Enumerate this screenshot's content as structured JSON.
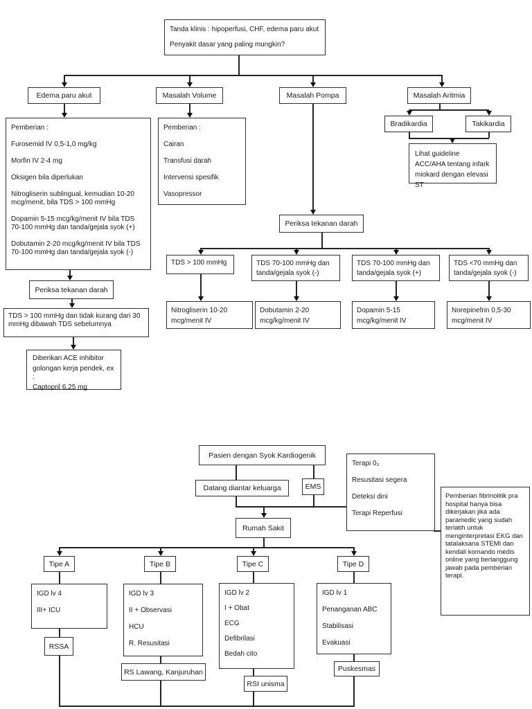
{
  "c1": {
    "header": {
      "line1": "Tanda klinis : hipoperfusi, CHF, edema paru akut",
      "line2": "Penyakit dasar yang paling mungkin?"
    },
    "branches": {
      "edema": "Edema paru akut",
      "volume": "Masalah Volume",
      "pompa": "Masalah Pompa",
      "aritmia": "Masalah Aritmia"
    },
    "edema_rx": {
      "lines": [
        "Pemberian :",
        "Furosemid IV 0,5-1,0 mg/kg",
        "Morfin IV 2-4 mg",
        "Oksigen  bila diperlukan",
        "Nitrogliserin sublingual, kemudian 10-20 mcg/menit, bila TDS > 100 mmHg",
        "Dopamin 5-15 mcg/kg/menit IV bila TDS 70-100 mmHg dan tanda/gejala syok (+)",
        "Dobutamin 2-20 mcg/kg/menit IV bila TDS 70-100 mmHg dan tanda/gejala syok (-)"
      ]
    },
    "volume_rx": {
      "lines": [
        "Pemberian :",
        "Cairan",
        "Transfusi darah",
        "Intervensi spesifik",
        "Vasopressor"
      ]
    },
    "periksa_left": "Periksa tekanan darah",
    "tds_check": "TDS > 100 mmHg  dan tidak kurang dari 30 mmHg dibawah TDS sebelumnya",
    "ace": {
      "lines": [
        "Diberikan ACE inhibitor",
        "golongan kerja pendek, ex :",
        "Captopril 6,25 mg"
      ]
    },
    "aritmia": {
      "bradikardia": "Bradikardia",
      "takikardia": "Takikardia",
      "guideline": "Lihat guideline ACC/AHA tentang infark miokard dengan elevasi ST"
    },
    "pompa": {
      "periksa": "Periksa tekanan darah",
      "branches": [
        {
          "cond": "TDS > 100 mmHg",
          "rx": "Nitrogliserin 10-20 mcg/menit IV"
        },
        {
          "cond": "TDS 70-100 mmHg dan tanda/gejala syok (-)",
          "rx": "Dobutamin 2-20 mcg/kg/menit IV"
        },
        {
          "cond": "TDS 70-100 mmHg dan tanda/gejala syok (+)",
          "rx": "Dopamin 5-15 mcg/kg/menit IV"
        },
        {
          "cond": "TDS <70 mmHg dan tanda/gejala syok (-)",
          "rx": "Norepinefrin 0,5-30 mcg/menit IV"
        }
      ]
    }
  },
  "c2": {
    "pasien": "Pasien dengan Syok Kardiogenik",
    "datang": "Datang diantar keluarga",
    "ems": "EMS",
    "rumah_sakit": "Rumah Sakit",
    "terapi": {
      "lines": [
        "Terapi 0₂",
        "Resusitasi segera",
        "Deteksi dini",
        "Terapi Reperfusi"
      ]
    },
    "note": "Pemberian fibrinolitik pra hospital hanya bisa dikerjakan jika ada paramedic yang sudah terlatih untuk menginterpretasi EKG dan tatalaksana STEMI dan kendali komando medis online yang bertanggung jawab pada pemberian terapi.",
    "tipe_labels": [
      "Tipe A",
      "Tipe B",
      "Tipe C",
      "Tipe D"
    ],
    "tipe_a": {
      "lines": [
        "IGD lv 4",
        "III+ ICU"
      ],
      "dest": "RSSA"
    },
    "tipe_b": {
      "lines": [
        "IGD lv 3",
        "II + Observasi",
        "HCU",
        "R. Resusitasi"
      ],
      "dest": "RS Lawang, Kanjuruhan"
    },
    "tipe_c": {
      "lines": [
        "IGD lv 2",
        "I + Obat",
        "ECG",
        "Defibrilasi",
        "Bedah cito"
      ],
      "dest": "RSI unisma"
    },
    "tipe_d": {
      "lines": [
        "IGD lv 1",
        "Penanganan ABC",
        "Stabilisasi",
        "Evakuasi"
      ],
      "dest": "Puskesmas"
    }
  }
}
